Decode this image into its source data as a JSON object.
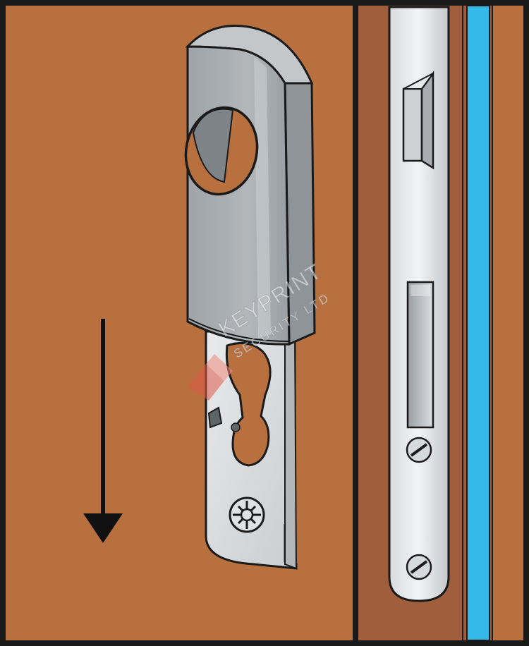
{
  "illustration": {
    "colors": {
      "door_face": "#b8703e",
      "door_edge_dark": "#a05e3d",
      "frame_stripe": "#35b9e8",
      "outline": "#1a1a1a",
      "metal_light": "#e6e8ea",
      "metal_mid": "#b5b9bc",
      "metal_dark": "#7e8388",
      "cover_face": "#a6abaf",
      "cover_side": "#8f9499",
      "arrow": "#111111",
      "watermark": "#e05a4a"
    },
    "arrow_direction": "down",
    "watermark": {
      "line1": "KEYPRINT",
      "line2": "SECURITY LTD"
    },
    "icons": [
      "down-arrow-icon",
      "cylinder-cover-icon",
      "escutcheon-plate-icon",
      "lock-faceplate-icon",
      "latch-bolt-icon",
      "screw-icon",
      "watermark-logo-icon"
    ]
  }
}
